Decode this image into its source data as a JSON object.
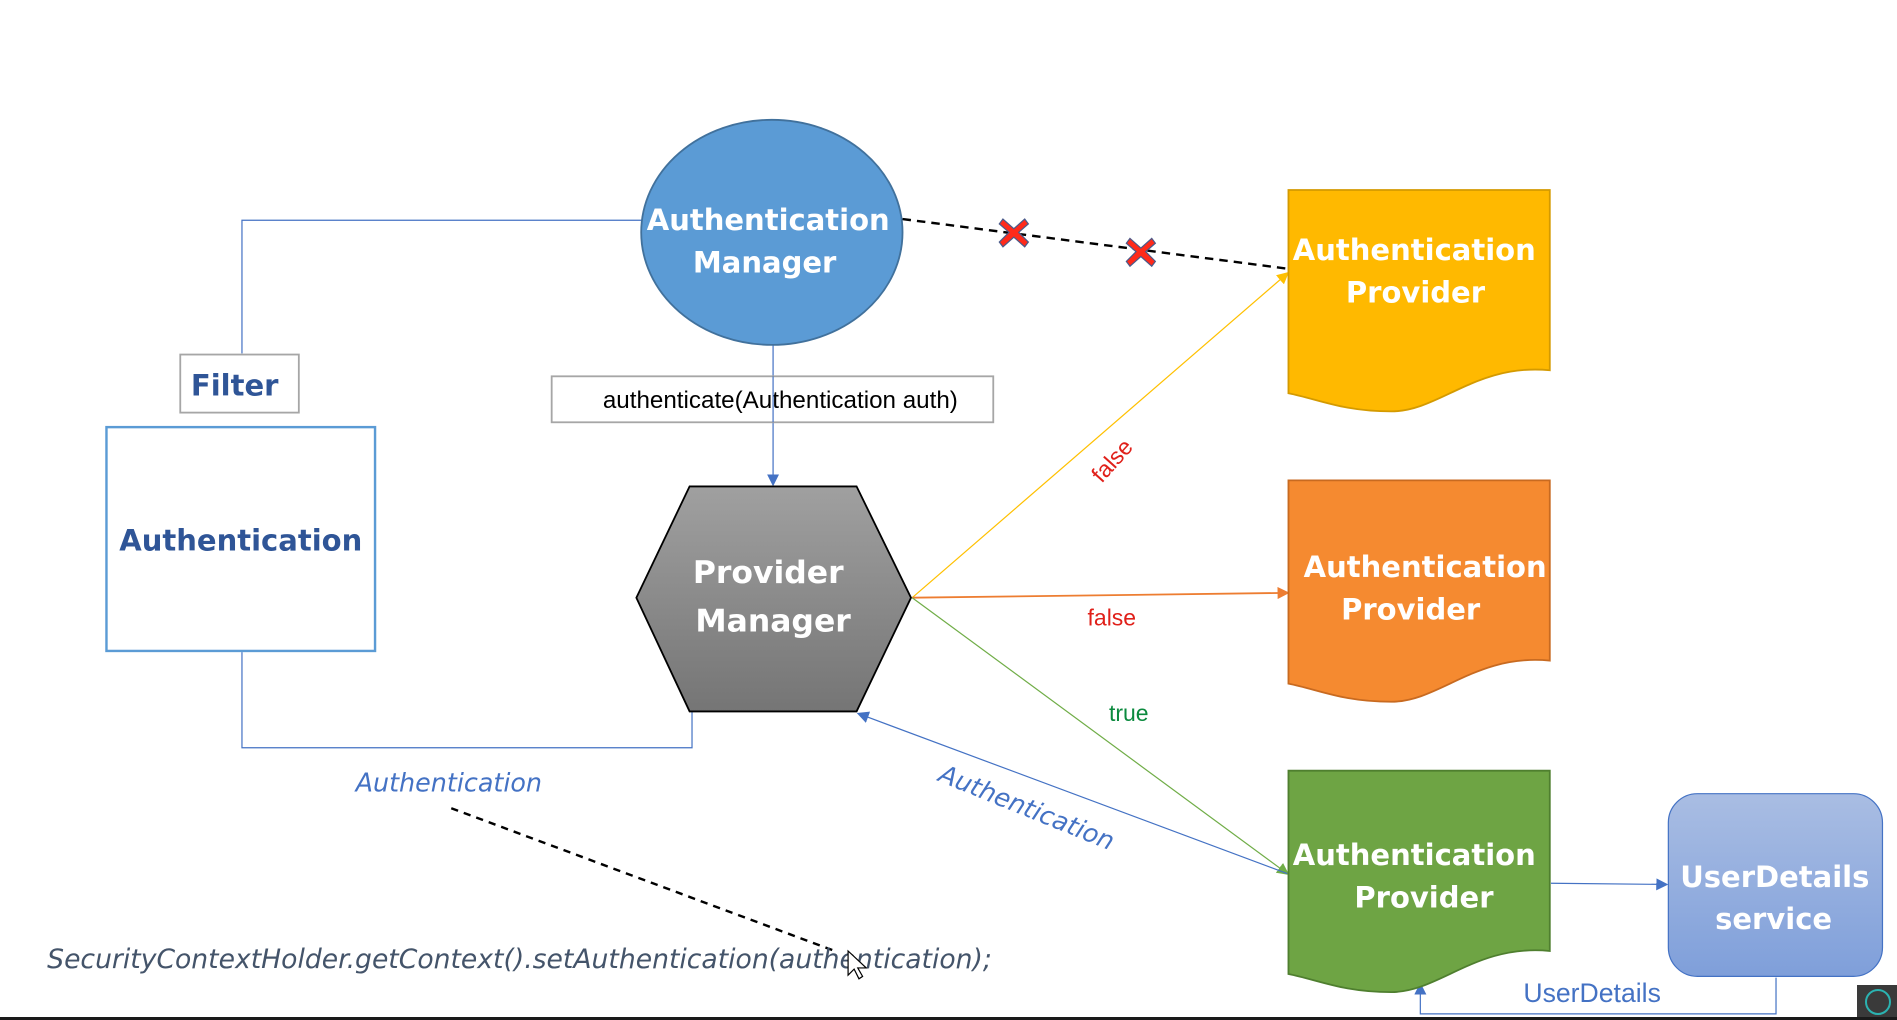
{
  "diagram": {
    "authentication_manager": {
      "line1": "Authentication",
      "line2": "Manager",
      "color": "#5b9bd5"
    },
    "filter": {
      "label": "Filter"
    },
    "authentication_box": {
      "label": "Authentication"
    },
    "authenticate_call": {
      "label": "authenticate(Authentication auth)"
    },
    "provider_manager": {
      "line1": "Provider",
      "line2": "Manager",
      "color": "#7f7f7f"
    },
    "providers": [
      {
        "line1": "Authentication",
        "line2": "Provider",
        "color": "#ffc000"
      },
      {
        "line1": "Authentication",
        "line2": "Provider",
        "color": "#f58c32"
      },
      {
        "line1": "Authentication",
        "line2": "Provider",
        "color": "#70a544"
      }
    ],
    "userdetails_service": {
      "line1": "UserDetails",
      "line2": "service",
      "color": "#8faadc"
    },
    "edge_labels": {
      "provider1_result": "false",
      "provider2_result": "false",
      "provider3_result": "true",
      "returned_authentication": "Authentication",
      "filter_authentication": "Authentication",
      "userdetails_return": "UserDetails"
    },
    "code_line": "SecurityContextHolder.getContext().setAuthentication(authentication);",
    "blocked_markers": [
      "x-mark",
      "x-mark"
    ]
  }
}
